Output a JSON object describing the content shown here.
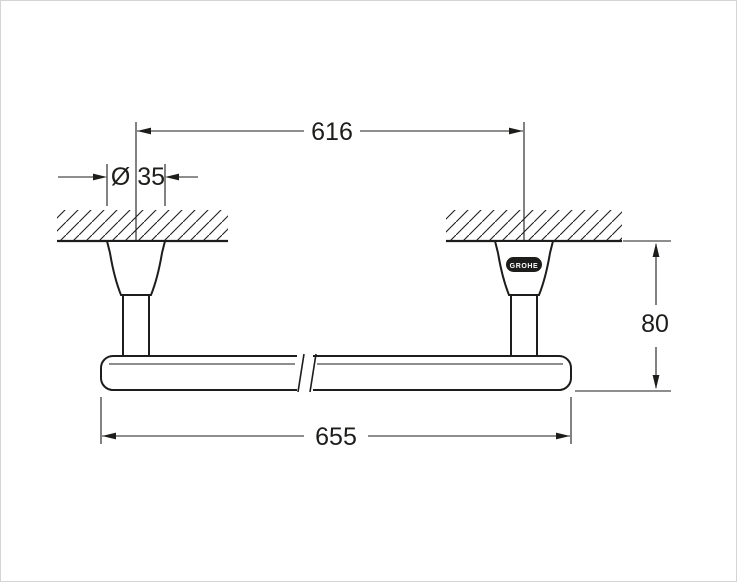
{
  "page": {
    "background": "#ffffff",
    "frame_color": "#d4d4d4"
  },
  "drawing": {
    "kind": "technical-dimension-diagram",
    "subject": "wall-mounted towel bar, front view with wall section hatching and broken-out bar",
    "line_color": "#1d1d1b",
    "labels": {
      "dim_center_distance": "616",
      "dim_flange_diameter": "Ø 35",
      "dim_wall_projection": "80",
      "dim_overall_length": "655"
    },
    "brand": {
      "logo_text": "GROHE",
      "logo_bg": "#1d1d1b",
      "logo_fg": "#ffffff"
    }
  }
}
